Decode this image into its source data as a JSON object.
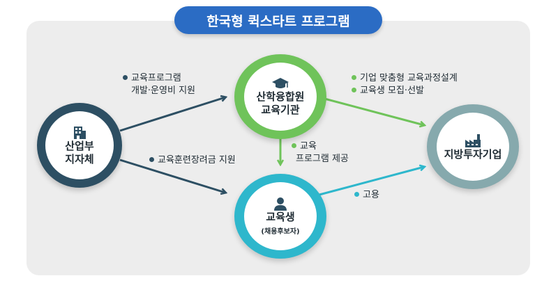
{
  "title": "한국형 퀵스타트 프로그램",
  "nodes": {
    "ministry": {
      "line1": "산업부",
      "line2": "지자체",
      "icon": "building-icon"
    },
    "institution": {
      "line1": "산학융합원",
      "line2": "교육기관",
      "icon": "graduation-cap-icon"
    },
    "trainee": {
      "line1": "교육생",
      "line2": "(채용후보자)",
      "icon": "person-icon"
    },
    "company": {
      "line1": "지방투자기업",
      "icon": "factory-icon"
    }
  },
  "notes": {
    "support_line1": "교육프로그램",
    "support_line2": "개발·운영비 지원",
    "subsidy": "교육훈련장려금 지원",
    "education_line1": "교육",
    "education_line2": "프로그램 제공",
    "curriculum": "기업 맞춤형 교육과정설계",
    "recruit": "교육생 모집·선발",
    "hire": "고용"
  },
  "colors": {
    "title_bg": "#2b6cc4",
    "navy": "#2d4f63",
    "green": "#6fc35a",
    "cyan": "#2eb7cc",
    "gray_teal": "#86a9ad",
    "panel": "#ededed"
  }
}
